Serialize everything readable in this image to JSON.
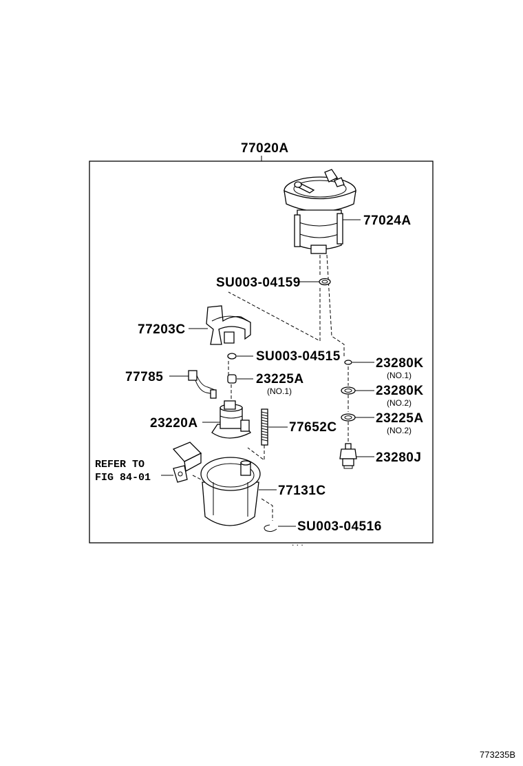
{
  "assembly_label": "77020A",
  "labels": {
    "p77024A": "77024A",
    "su04159": "SU003-04159",
    "p77203C": "77203C",
    "su04515": "SU003-04515",
    "p77785": "77785",
    "p23225A_1": "23225A",
    "p23225A_1_sub": "(NO.1)",
    "p23220A": "23220A",
    "p77652C": "77652C",
    "refer_line1": "REFER TO",
    "refer_line2": "FIG 84-01",
    "p77131C": "77131C",
    "su04516": "SU003-04516",
    "p23280K_1": "23280K",
    "p23280K_1_sub": "(NO.1)",
    "p23280K_2": "23280K",
    "p23280K_2_sub": "(NO.2)",
    "p23225A_2": "23225A",
    "p23225A_2_sub": "(NO.2)",
    "p23280J": "23280J"
  },
  "figure_id": "773235B"
}
